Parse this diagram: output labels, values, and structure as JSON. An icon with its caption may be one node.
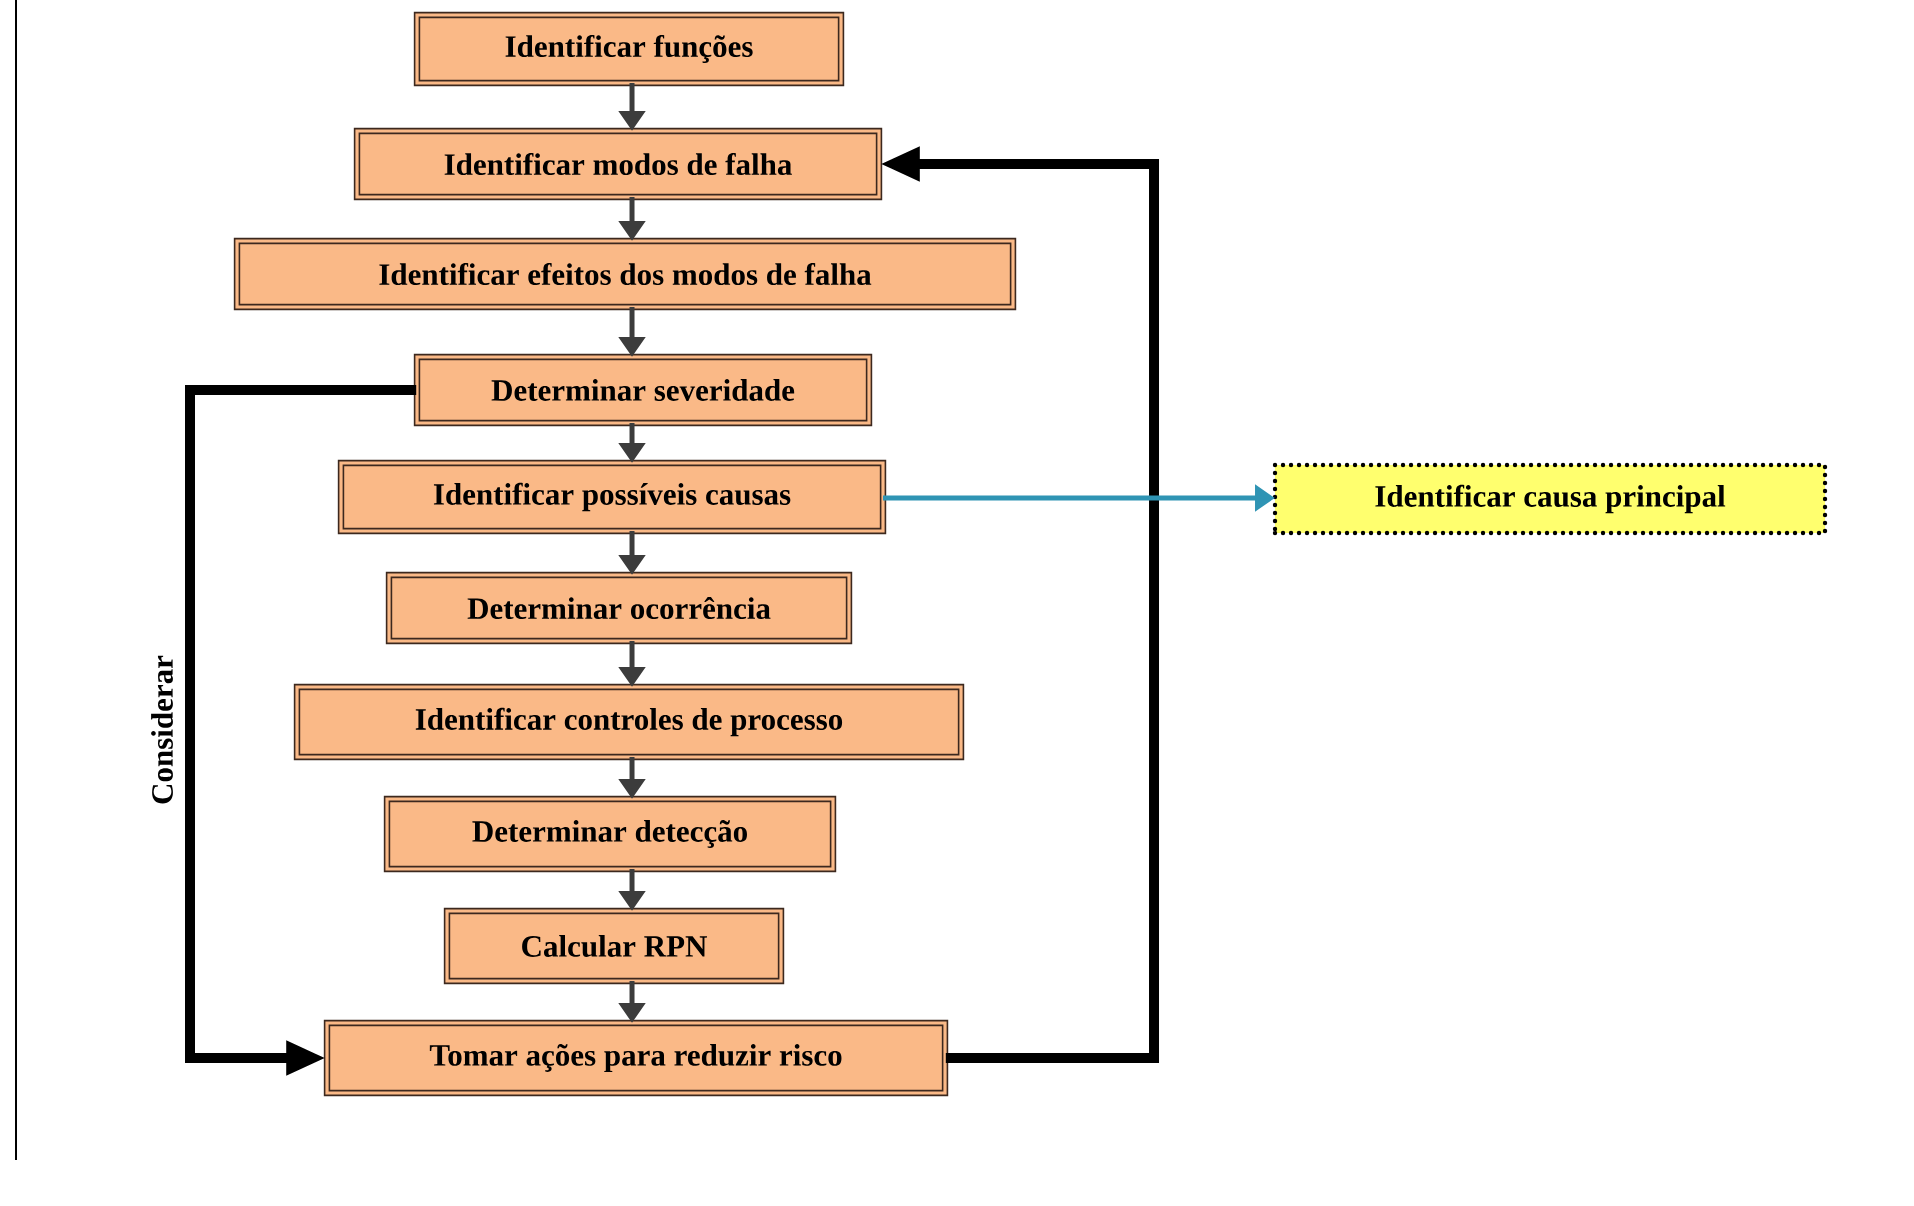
{
  "diagram": {
    "nodes": [
      {
        "text": [
          "Identificar funções"
        ]
      },
      {
        "text": [
          "Identificar modos de falha"
        ]
      },
      {
        "text": [
          "Identificar efeitos dos modos de falha"
        ]
      },
      {
        "text": [
          "Determinar severidade"
        ]
      },
      {
        "text": [
          "Identificar possíveis causas"
        ]
      },
      {
        "text": [
          "Determinar ocorrência"
        ]
      },
      {
        "text": [
          "Identificar controles de processo"
        ]
      },
      {
        "text": [
          "Determinar detecção"
        ]
      },
      {
        "text": [
          "Calcular RPN"
        ]
      },
      {
        "text": [
          "Tomar ações para reduzir risco"
        ]
      },
      {
        "text": [
          "Identificar causa principal"
        ]
      }
    ],
    "edges": [
      {
        "from": 0,
        "to": 1,
        "arrow": "to"
      },
      {
        "from": 1,
        "to": 2,
        "arrow": "to"
      },
      {
        "from": 2,
        "to": 3,
        "arrow": "to"
      },
      {
        "from": 3,
        "to": 4,
        "arrow": "to"
      },
      {
        "from": 4,
        "to": 5,
        "arrow": "to"
      },
      {
        "from": 5,
        "to": 6,
        "arrow": "to"
      },
      {
        "from": 6,
        "to": 7,
        "arrow": "to"
      },
      {
        "from": 7,
        "to": 8,
        "arrow": "to"
      },
      {
        "from": 8,
        "to": 9,
        "arrow": "to"
      },
      {
        "from": 9,
        "to": 1,
        "arrow": "to",
        "style": "thick"
      },
      {
        "from": 3,
        "to": 9,
        "arrow": "to",
        "style": "thick",
        "label": "Considerar"
      },
      {
        "from": 4,
        "to": 10,
        "arrow": "to",
        "color": "#2f94b4"
      }
    ]
  }
}
